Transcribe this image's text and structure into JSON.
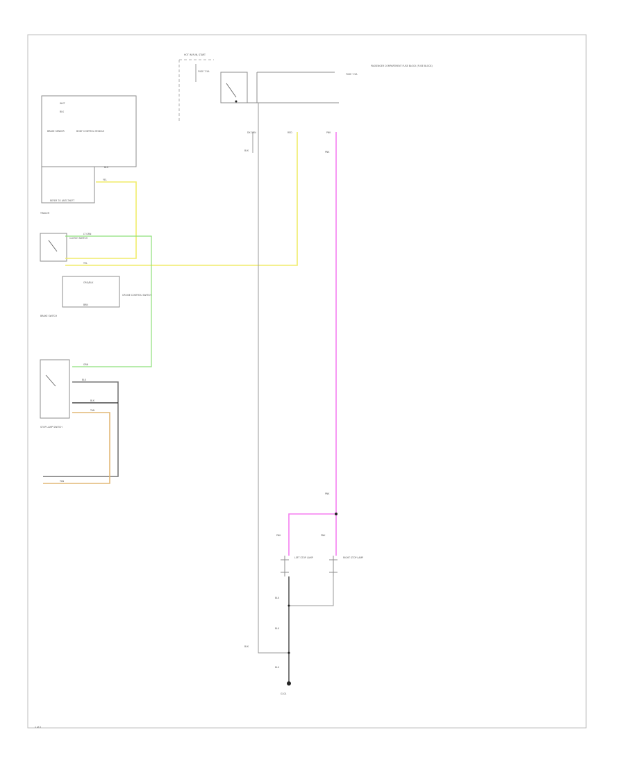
{
  "diagram": {
    "labels": {
      "fuse_block": "HOT IN RUN, START",
      "fuse_label": "FUSE 7.5A",
      "right_module": "PASSENGER COMPARTMENT FUSE BLOCK (FUSE BLOCK)",
      "left_sensor": "BRAKE SENSOR",
      "left_module_a": "BODY CONTROL MODULE",
      "left_module_b": "TRAILER",
      "left_note": "REFER TO ANTI-THEFT",
      "clutch_switch": "CLUTCH SWITCH",
      "cruise_switch": "CRUISE CONTROL SWITCH",
      "brake_switch_a": "STOP LAMP SWITCH",
      "brake_switch_b": "BRAKE SWITCH",
      "lamp_left": "LEFT STOP LAMP",
      "lamp_right": "RIGHT STOP LAMP",
      "ground": "G101",
      "page_number": "1 of 2"
    },
    "wire_codes": {
      "blk": "BLK",
      "wht": "WHT",
      "yel": "YEL",
      "grn": "GRN",
      "pnk": "PNK",
      "red": "RED",
      "brn": "BRN",
      "tan": "TAN",
      "org_blk": "ORG/BLK",
      "dk_grn": "DK GRN",
      "lt_grn": "LT GRN"
    }
  }
}
